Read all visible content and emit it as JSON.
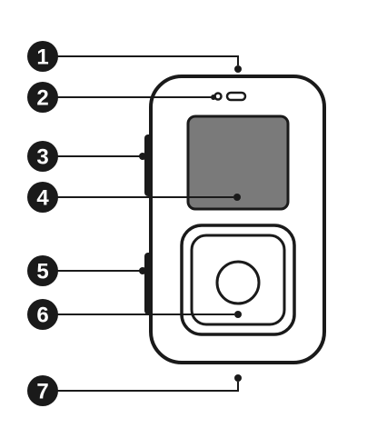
{
  "diagram": {
    "callouts": [
      {
        "label": "1"
      },
      {
        "label": "2"
      },
      {
        "label": "3"
      },
      {
        "label": "4"
      },
      {
        "label": "5"
      },
      {
        "label": "6"
      },
      {
        "label": "7"
      }
    ],
    "colors": {
      "ink": "#1a1a1a",
      "screen": "#7a7a7a",
      "background": "#ffffff",
      "badge_text": "#ffffff"
    }
  }
}
